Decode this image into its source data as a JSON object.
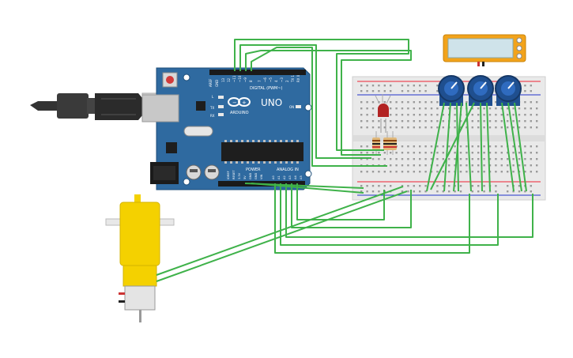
{
  "board": {
    "brand": "ARDUINO",
    "model": "UNO",
    "digital_header": "DIGITAL (PWM~)",
    "power_header": "POWER",
    "analog_header": "ANALOG IN",
    "tx_label": "TX",
    "rx_label": "RX",
    "l_label": "L",
    "on_label": "ON",
    "aref_label": "AREF",
    "gnd_label": "GND",
    "digital_pins": [
      "13",
      "12",
      "~11",
      "~10",
      "~9",
      "8",
      "7",
      "~6",
      "~5",
      "4",
      "~3",
      "2",
      "TX 1",
      "RX 0"
    ],
    "power_pins": [
      "IOREF",
      "RESET",
      "3.3V",
      "5V",
      "GND",
      "GND",
      "VIN"
    ],
    "analog_pins": [
      "A0",
      "A1",
      "A2",
      "A3",
      "A4",
      "A5"
    ]
  },
  "colors": {
    "wire": "#3fb24a",
    "board": "#2f6aa0",
    "motor": "#f4d100",
    "lcd_frame": "#f2a31b",
    "lcd_screen": "#cfe3ea",
    "knob": "#1f4f8f",
    "breadboard": "#e9e9e9",
    "rail_red": "#d33",
    "rail_blue": "#33c"
  }
}
